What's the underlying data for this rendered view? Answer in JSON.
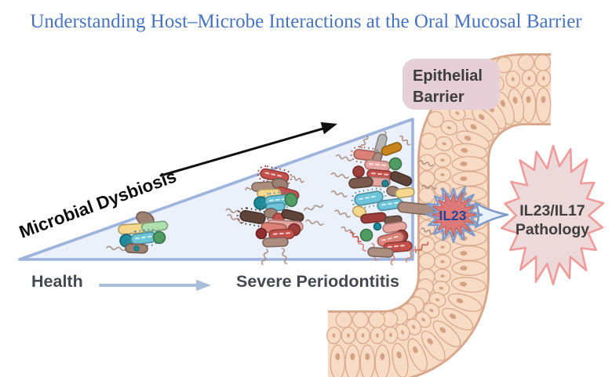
{
  "title": "Understanding Host–Microbe Interactions at the Oral Mucosal Barrier",
  "diagram": {
    "dysbiosis_label": "Microbial Dysbiosis",
    "health_label": "Health",
    "disease_label": "Severe Periodontitis",
    "barrier_label": {
      "line1": "Epithelial",
      "line2": "Barrier"
    },
    "cytokine_label": "IL23",
    "pathology_label": {
      "line1": "IL23/IL17",
      "line2": "Pathology"
    }
  },
  "colors": {
    "title_blue": "#4573C4",
    "triangle_fill": "#EAF1FB",
    "triangle_border": "#9DB3DC",
    "arrow_black": "#111111",
    "axis_arrow": "#A9BFD9",
    "label_gray": "#45494F",
    "badge_fill": "#E6CFD6",
    "badge_text": "#3D3D3D",
    "cell_fill": "#F8DBC5",
    "cell_stroke": "#D9A88C",
    "cell_nucleus": "#CF9779",
    "il23_fill": "#DD7A78",
    "il23_ring_fill": "#CCDCF0",
    "il23_ring_stroke": "#7D9ACA",
    "il23_text": "#24459A",
    "signal_arrow_fill": "#E9F2FB",
    "signal_arrow_stroke": "#7D9ACA",
    "pathology_fill": "#EDD9D9",
    "pathology_stroke": "#EF9B9A",
    "pathology_text": "#3F3F3F",
    "flagellum_tan": "#AC8D7F",
    "microbes": {
      "salmon": "#DC8176",
      "red": "#C5514C",
      "darkred": "#A03E3B",
      "maroon": "#8E2F2E",
      "pink": "#E7A6A1",
      "brown": "#7B5A4D",
      "darkbrown": "#5E4339",
      "tan": "#AC8D7F",
      "taupe": "#9D8172",
      "yellow": "#F5D88D",
      "lightgreen": "#AFDFAD",
      "green": "#4F9D64",
      "teal": "#1E8A99",
      "cyan": "#6BC4D8",
      "gray": "#B6B6B6",
      "ochre": "#C8851C"
    }
  }
}
